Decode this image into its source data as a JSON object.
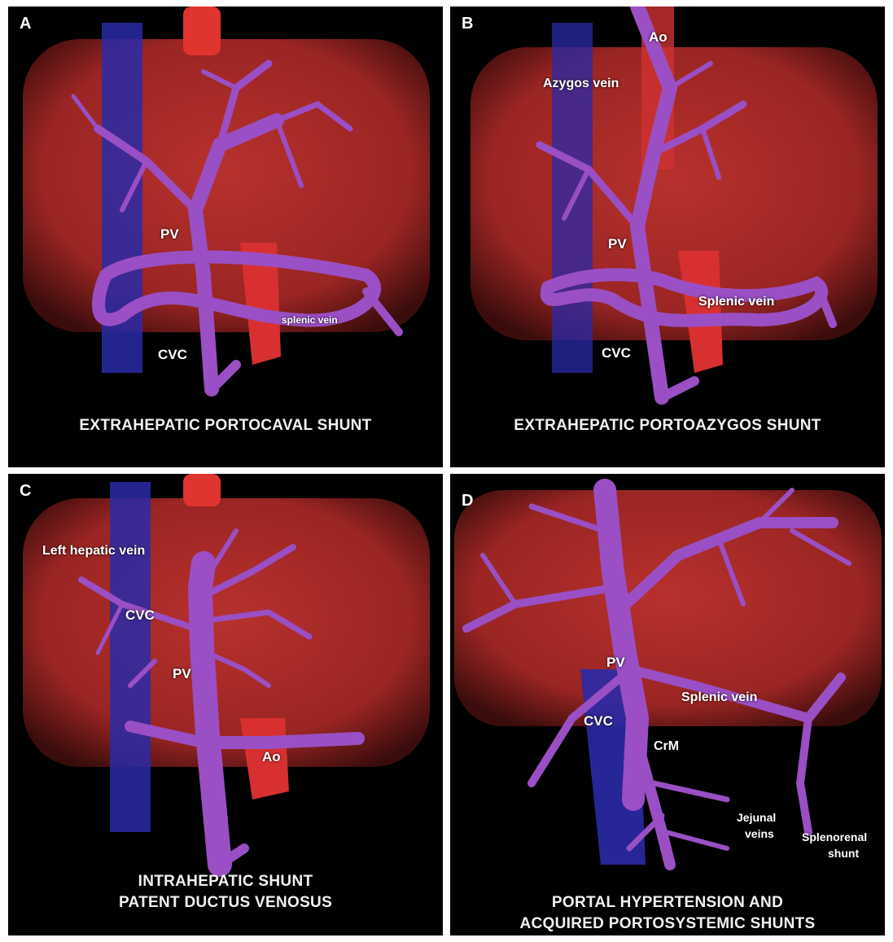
{
  "panels": {
    "a": {
      "letter": "A",
      "caption": "EXTRAHEPATIC PORTOCAVAL SHUNT",
      "labels": {
        "pv": "PV",
        "cvc": "CVC",
        "splenic_vein": "splenic vein"
      }
    },
    "b": {
      "letter": "B",
      "caption": "EXTRAHEPATIC PORTOAZYGOS SHUNT",
      "labels": {
        "ao": "Ao",
        "azygos_vein": "Azygos vein",
        "pv": "PV",
        "splenic_vein": "Splenic vein",
        "cvc": "CVC"
      }
    },
    "c": {
      "letter": "C",
      "caption_line1": "INTRAHEPATIC SHUNT",
      "caption_line2": "PATENT DUCTUS VENOSUS",
      "labels": {
        "left_hepatic_vein": "Left hepatic vein",
        "cvc": "CVC",
        "pv": "PV",
        "ao": "Ao"
      }
    },
    "d": {
      "letter": "D",
      "caption_line1": "PORTAL HYPERTENSION AND",
      "caption_line2": "ACQUIRED PORTOSYSTEMIC SHUNTS",
      "labels": {
        "pv": "PV",
        "splenic_vein": "Splenic vein",
        "cvc": "CVC",
        "crm": "CrM",
        "jejunal_line1": "Jejunal",
        "jejunal_line2": "veins",
        "splenorenal_line1": "Splenorenal",
        "splenorenal_line2": "shunt"
      }
    }
  },
  "colors": {
    "liver": "#b1302c",
    "liver_dark": "#7e1b1c",
    "portal_vein": "#9a4fc4",
    "cava": "#2a2aa8",
    "aorta": "#e0342f",
    "background": "#000000"
  }
}
